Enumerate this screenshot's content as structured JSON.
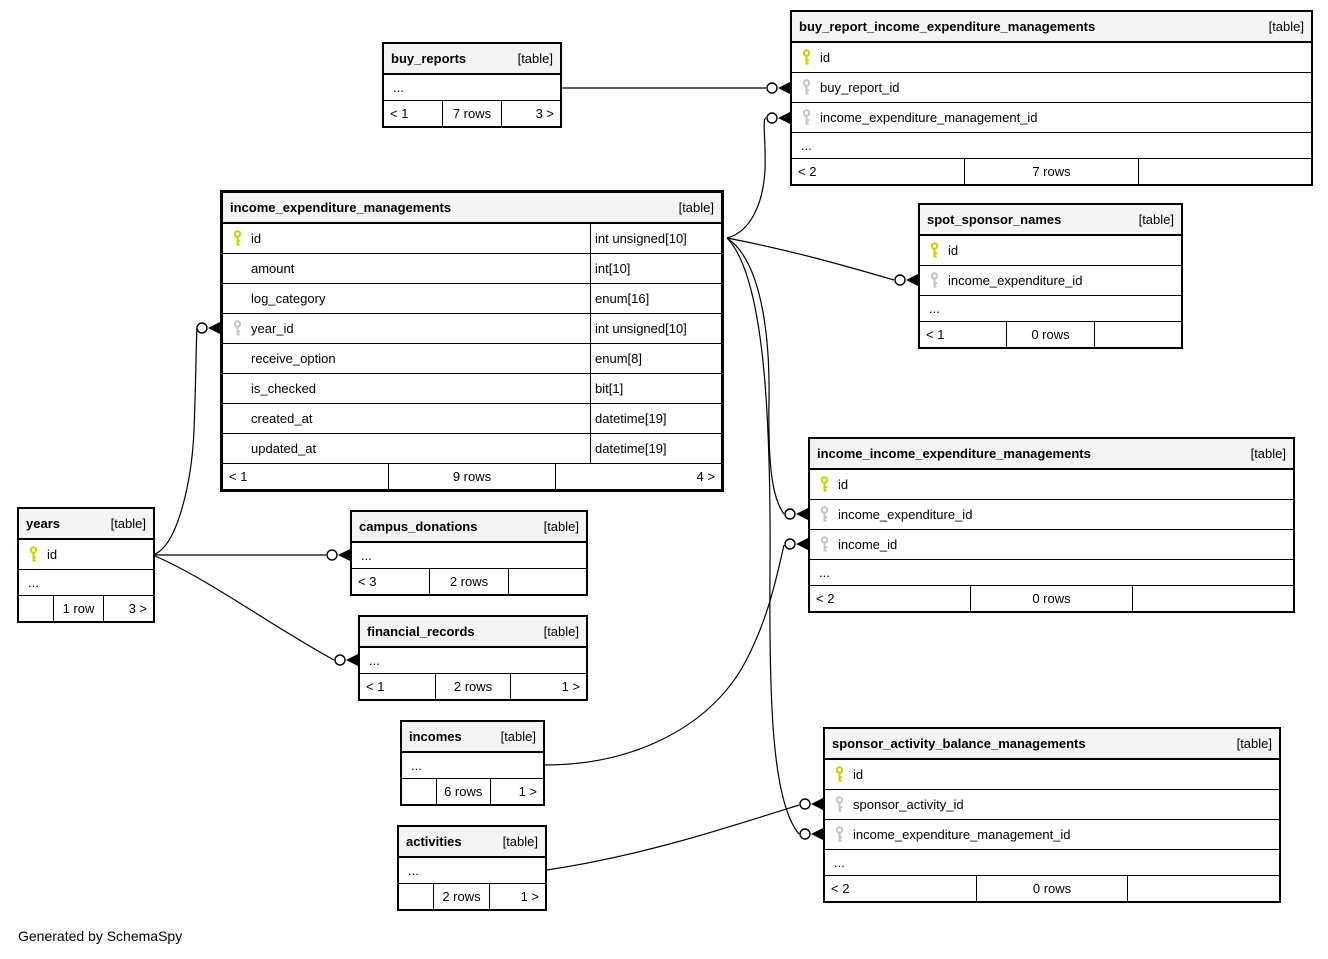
{
  "diagram": {
    "generator_note": "Generated by SchemaSpy",
    "colors": {
      "background": "#ffffff",
      "header_bg": "#f4f4f4",
      "table_border": "#000000",
      "pk_key": "#cccc00",
      "fk_key": "#c4c4c4"
    },
    "tables": {
      "buy_reports": {
        "title": "buy_reports",
        "tag": "[table]",
        "ellipsis": "...",
        "footer": [
          "< 1",
          "7 rows",
          "3 >"
        ]
      },
      "buy_report_income_expenditure_managements": {
        "title": "buy_report_income_expenditure_managements",
        "tag": "[table]",
        "columns": [
          {
            "name": "id",
            "key": "pk"
          },
          {
            "name": "buy_report_id",
            "key": "fk"
          },
          {
            "name": "income_expenditure_management_id",
            "key": "fk"
          }
        ],
        "ellipsis": "...",
        "footer": [
          "< 2",
          "7 rows",
          ""
        ]
      },
      "income_expenditure_managements": {
        "title": "income_expenditure_managements",
        "tag": "[table]",
        "columns": [
          {
            "name": "id",
            "key": "pk",
            "type": "int unsigned[10]"
          },
          {
            "name": "amount",
            "key": "",
            "type": "int[10]"
          },
          {
            "name": "log_category",
            "key": "",
            "type": "enum[16]"
          },
          {
            "name": "year_id",
            "key": "fk",
            "type": "int unsigned[10]"
          },
          {
            "name": "receive_option",
            "key": "",
            "type": "enum[8]"
          },
          {
            "name": "is_checked",
            "key": "",
            "type": "bit[1]"
          },
          {
            "name": "created_at",
            "key": "",
            "type": "datetime[19]"
          },
          {
            "name": "updated_at",
            "key": "",
            "type": "datetime[19]"
          }
        ],
        "footer": [
          "< 1",
          "9 rows",
          "4 >"
        ]
      },
      "spot_sponsor_names": {
        "title": "spot_sponsor_names",
        "tag": "[table]",
        "columns": [
          {
            "name": "id",
            "key": "pk"
          },
          {
            "name": "income_expenditure_id",
            "key": "fk"
          }
        ],
        "ellipsis": "...",
        "footer": [
          "< 1",
          "0 rows",
          ""
        ]
      },
      "income_income_expenditure_managements": {
        "title": "income_income_expenditure_managements",
        "tag": "[table]",
        "columns": [
          {
            "name": "id",
            "key": "pk"
          },
          {
            "name": "income_expenditure_id",
            "key": "fk"
          },
          {
            "name": "income_id",
            "key": "fk"
          }
        ],
        "ellipsis": "...",
        "footer": [
          "< 2",
          "0 rows",
          ""
        ]
      },
      "years": {
        "title": "years",
        "tag": "[table]",
        "columns": [
          {
            "name": "id",
            "key": "pk"
          }
        ],
        "ellipsis": "...",
        "footer": [
          "",
          "1 row",
          "3 >"
        ]
      },
      "campus_donations": {
        "title": "campus_donations",
        "tag": "[table]",
        "ellipsis": "...",
        "footer": [
          "< 3",
          "2 rows",
          ""
        ]
      },
      "financial_records": {
        "title": "financial_records",
        "tag": "[table]",
        "ellipsis": "...",
        "footer": [
          "< 1",
          "2 rows",
          "1 >"
        ]
      },
      "incomes": {
        "title": "incomes",
        "tag": "[table]",
        "ellipsis": "...",
        "footer": [
          "",
          "6 rows",
          "1 >"
        ]
      },
      "activities": {
        "title": "activities",
        "tag": "[table]",
        "ellipsis": "...",
        "footer": [
          "",
          "2 rows",
          "1 >"
        ]
      },
      "sponsor_activity_balance_managements": {
        "title": "sponsor_activity_balance_managements",
        "tag": "[table]",
        "columns": [
          {
            "name": "id",
            "key": "pk"
          },
          {
            "name": "sponsor_activity_id",
            "key": "fk"
          },
          {
            "name": "income_expenditure_management_id",
            "key": "fk"
          }
        ],
        "ellipsis": "...",
        "footer": [
          "< 2",
          "0 rows",
          ""
        ]
      }
    },
    "relationships": [
      {
        "from": "buy_reports",
        "to": "buy_report_income_expenditure_managements.buy_report_id"
      },
      {
        "from": "income_expenditure_managements.id",
        "to": "buy_report_income_expenditure_managements.income_expenditure_management_id"
      },
      {
        "from": "income_expenditure_managements.id",
        "to": "spot_sponsor_names.income_expenditure_id"
      },
      {
        "from": "income_expenditure_managements.id",
        "to": "income_income_expenditure_managements.income_expenditure_id"
      },
      {
        "from": "income_expenditure_managements.id",
        "to": "sponsor_activity_balance_managements.income_expenditure_management_id"
      },
      {
        "from": "years.id",
        "to": "income_expenditure_managements.year_id"
      },
      {
        "from": "years.id",
        "to": "campus_donations"
      },
      {
        "from": "years.id",
        "to": "financial_records"
      },
      {
        "from": "incomes",
        "to": "income_income_expenditure_managements.income_id"
      },
      {
        "from": "activities",
        "to": "sponsor_activity_balance_managements.sponsor_activity_id"
      }
    ]
  }
}
